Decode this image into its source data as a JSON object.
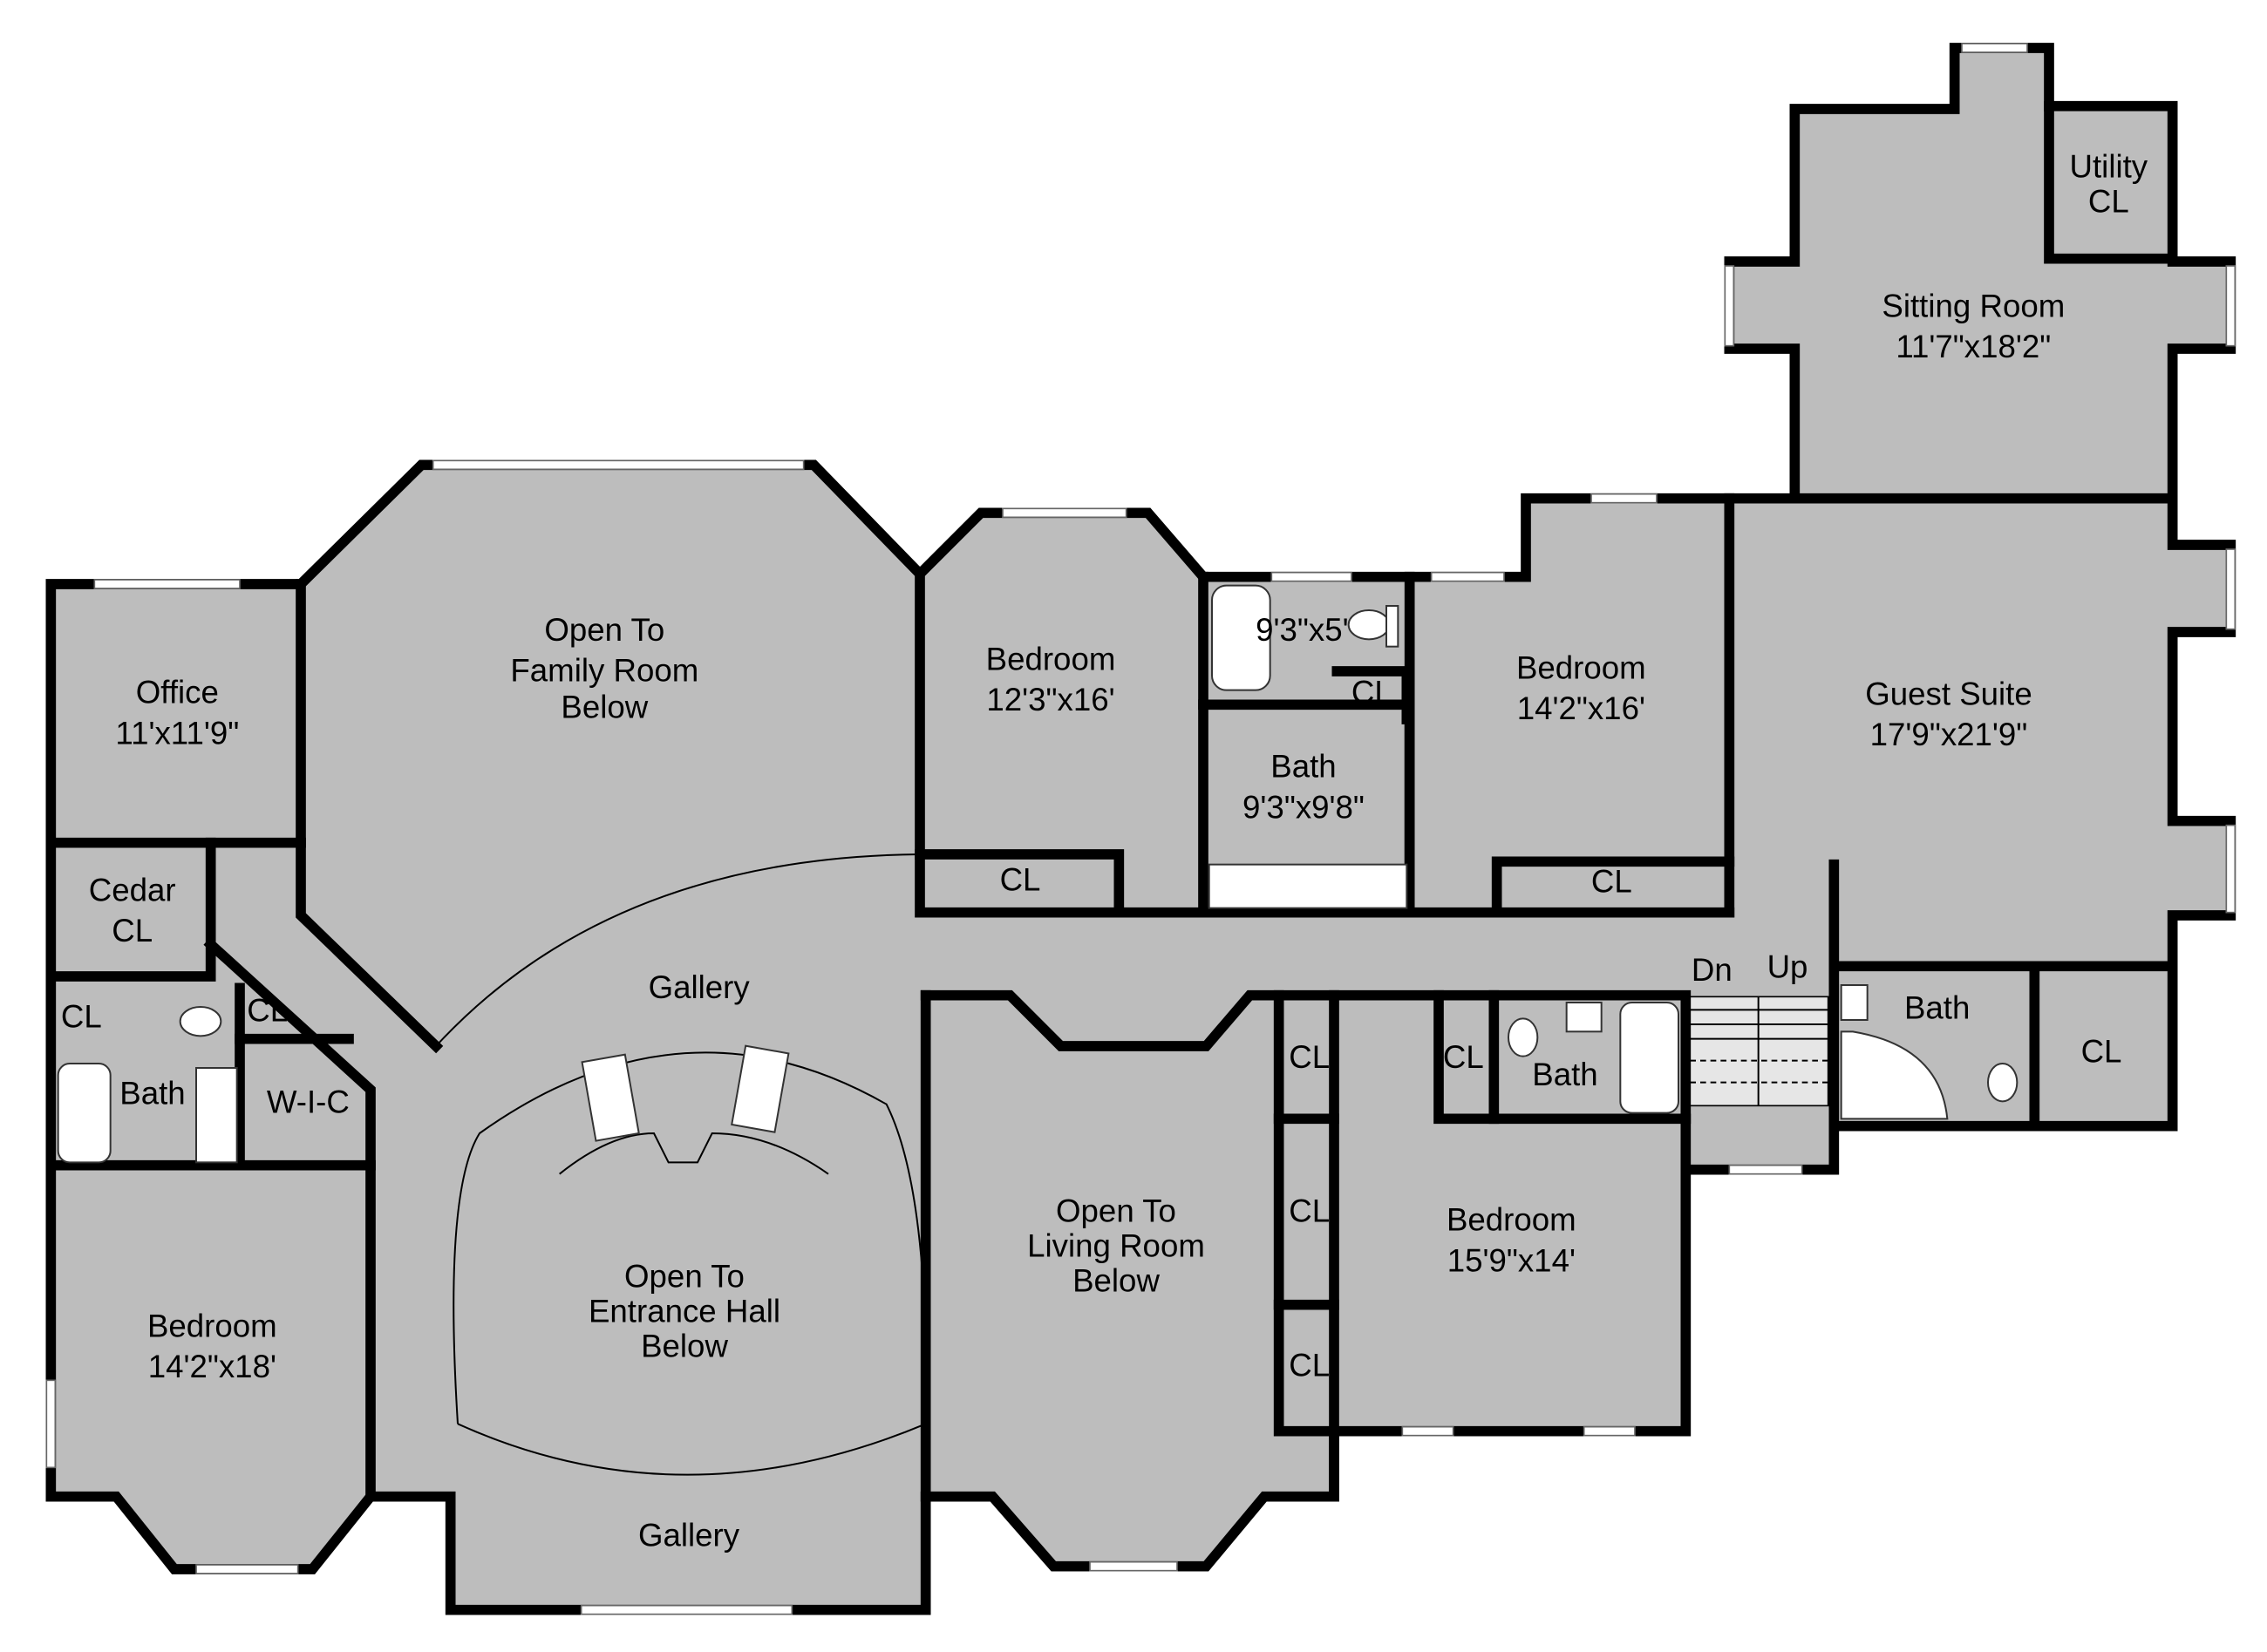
{
  "colors": {
    "floor": "#bdbdbd",
    "wall": "#000000",
    "fixture": "#ffffff"
  },
  "rooms": {
    "office": {
      "name": "Office",
      "size": "11'x11'9\""
    },
    "family_open": {
      "l1": "Open To",
      "l2": "Family Room",
      "l3": "Below"
    },
    "bedroom_a": {
      "name": "Bedroom",
      "size": "12'3\"x16'"
    },
    "bath_small": {
      "size": "9'3\"x5'"
    },
    "bath_mid": {
      "name": "Bath",
      "size": "9'3\"x9'8\""
    },
    "bedroom_b": {
      "name": "Bedroom",
      "size": "14'2\"x16'"
    },
    "sitting": {
      "name": "Sitting Room",
      "size": "11'7\"x18'2\""
    },
    "utility": {
      "l1": "Utility",
      "l2": "CL"
    },
    "guest": {
      "name": "Guest Suite",
      "size": "17'9\"x21'9\""
    },
    "cedar": {
      "l1": "Cedar",
      "l2": "CL"
    },
    "gallery_top": "Gallery",
    "gallery_bottom": "Gallery",
    "entrance_open": {
      "l1": "Open To",
      "l2": "Entrance Hall",
      "l3": "Below"
    },
    "living_open": {
      "l1": "Open To",
      "l2": "Living Room",
      "l3": "Below"
    },
    "bedroom_c": {
      "name": "Bedroom",
      "size": "15'9\"x14'"
    },
    "bedroom_d": {
      "name": "Bedroom",
      "size": "14'2\"x18'"
    },
    "bath_left": "Bath",
    "wic": "W-I-C",
    "bath_right": "Bath",
    "bath_guest": "Bath",
    "stairs": {
      "down": "Dn",
      "up": "Up"
    },
    "closet": "CL"
  }
}
